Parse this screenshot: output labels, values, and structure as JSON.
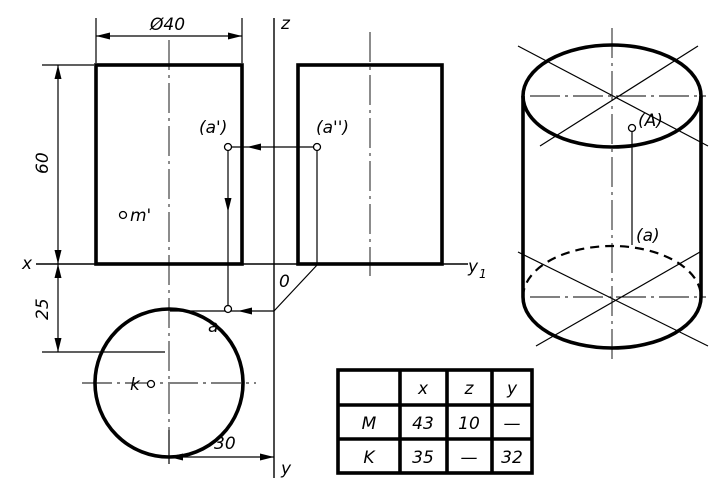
{
  "labels": {
    "diameter": "Ø40",
    "height_dim": "60",
    "offset_dim": "25",
    "bottom_dim": "30",
    "axis_x": "x",
    "axis_z": "z",
    "axis_y_bottom": "y",
    "axis_y1": "y",
    "axis_y1_sub": "1",
    "origin": "0",
    "pt_a_front": "(a')",
    "pt_a_side": "(a'')",
    "pt_a_top": "a",
    "pt_m_front": "m'",
    "pt_k_top": "k",
    "pt_A_iso": "(A)",
    "pt_a_iso": "(a)"
  },
  "table": {
    "headers": [
      "",
      "x",
      "z",
      "y"
    ],
    "rows": [
      [
        "M",
        "43",
        "10",
        "—"
      ],
      [
        "K",
        "35",
        "—",
        "32"
      ]
    ]
  }
}
